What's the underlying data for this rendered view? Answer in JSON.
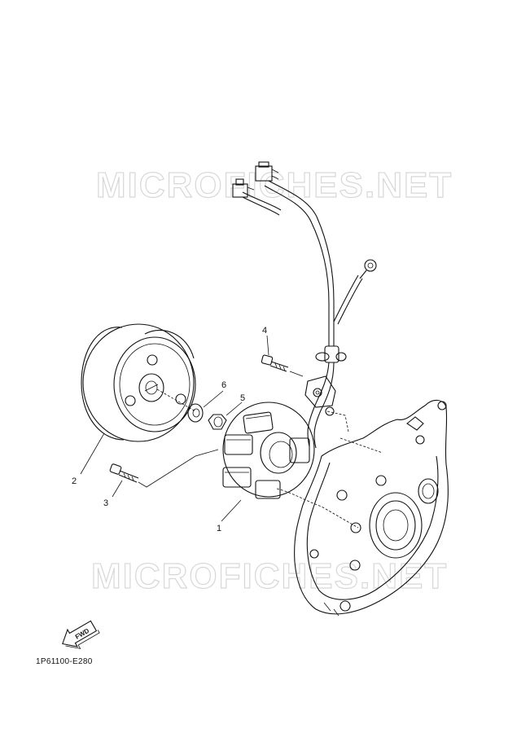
{
  "watermark_top": "MICROFICHES.NET",
  "watermark_bottom": "MICROFICHES.NET",
  "diagram_code": "1P61100-E280",
  "fwd_label": "FWD",
  "callouts": [
    {
      "id": "1",
      "label": "1"
    },
    {
      "id": "2",
      "label": "2"
    },
    {
      "id": "3",
      "label": "3"
    },
    {
      "id": "4",
      "label": "4"
    },
    {
      "id": "5",
      "label": "5"
    },
    {
      "id": "6",
      "label": "6"
    }
  ]
}
